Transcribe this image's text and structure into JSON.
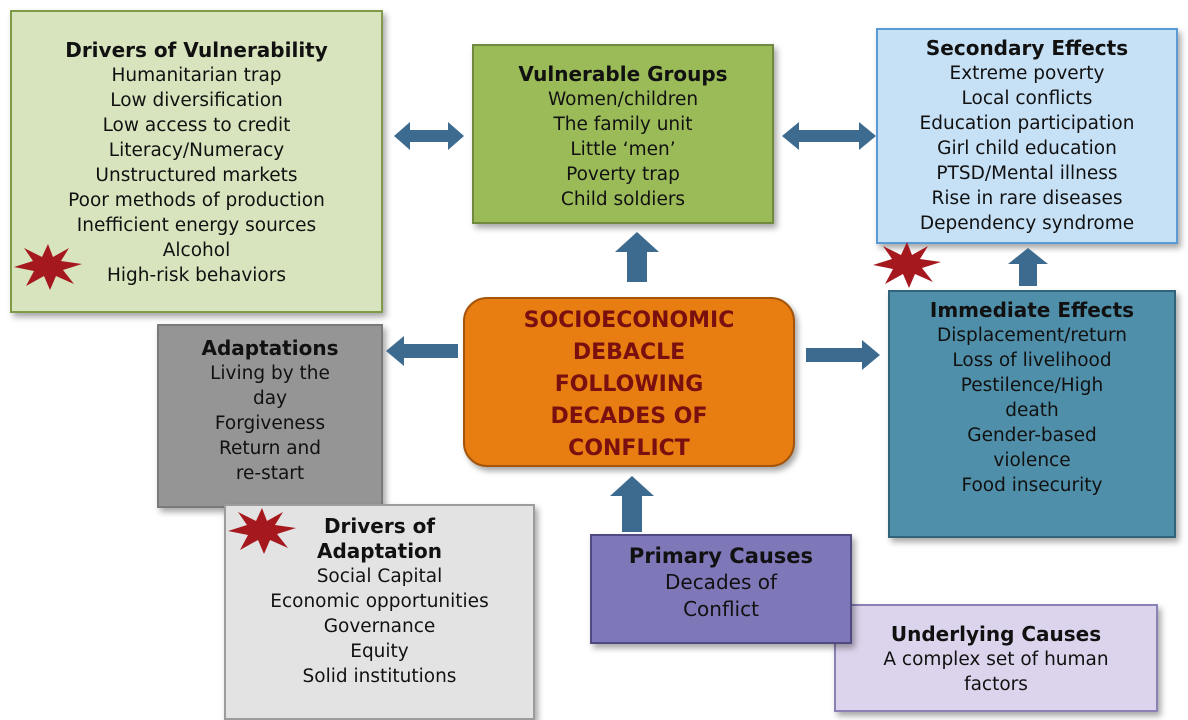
{
  "drivers_of_vulnerability": {
    "title": "Drivers of Vulnerability",
    "items": [
      "Humanitarian trap",
      "Low diversification",
      "Low access to credit",
      "Literacy/Numeracy",
      "Unstructured markets",
      "Poor methods of production",
      "Inefficient energy sources",
      "Alcohol",
      "High-risk behaviors"
    ]
  },
  "vulnerable_groups": {
    "title": "Vulnerable Groups",
    "items": [
      "Women/children",
      "The family unit",
      "Little ‘men’",
      "Poverty trap",
      "Child soldiers"
    ]
  },
  "secondary_effects": {
    "title": "Secondary Effects",
    "items": [
      "Extreme poverty",
      "Local conflicts",
      "Education participation",
      "Girl child education",
      "PTSD/Mental illness",
      "Rise in rare diseases",
      "Dependency syndrome"
    ]
  },
  "adaptations": {
    "title": "Adaptations",
    "items": [
      "Living by the",
      "day",
      "Forgiveness",
      "Return and",
      "re-start"
    ]
  },
  "central": {
    "lines": [
      "SOCIOECONOMIC",
      "DEBACLE",
      "FOLLOWING",
      "DECADES OF",
      "CONFLICT"
    ]
  },
  "immediate_effects": {
    "title": "Immediate Effects",
    "items": [
      "Displacement/return",
      "Loss of livelihood",
      "Pestilence/High",
      "death",
      "Gender-based",
      "violence",
      "Food insecurity"
    ]
  },
  "drivers_of_adaptation": {
    "title_lines": [
      "Drivers of",
      "Adaptation"
    ],
    "items": [
      "Social Capital",
      "Economic opportunities",
      "Governance",
      "Equity",
      "Solid institutions"
    ]
  },
  "primary_causes": {
    "title": "Primary Causes",
    "items": [
      "Decades of",
      "Conflict"
    ]
  },
  "underlying_causes": {
    "title": "Underlying Causes",
    "items": [
      "A complex set of human",
      "factors"
    ]
  },
  "colors": {
    "arrow": "#3d6b8f",
    "star": "#a5181e",
    "central_fill": "#e87d11",
    "central_text": "#7a0f10"
  }
}
